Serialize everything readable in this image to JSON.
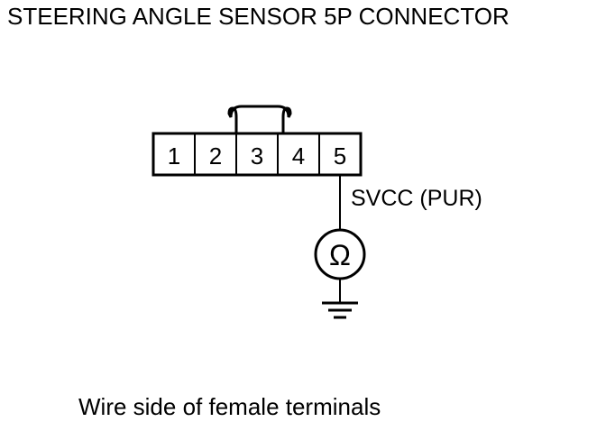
{
  "title": "STEERING ANGLE SENSOR 5P CONNECTOR",
  "connector": {
    "pins": [
      "1",
      "2",
      "3",
      "4",
      "5"
    ]
  },
  "wire_label": "SVCC (PUR)",
  "meter_symbol": "Ω",
  "meter_icon": "ohmmeter-icon",
  "ground_icon": "ground-icon",
  "caption": "Wire side of female terminals"
}
